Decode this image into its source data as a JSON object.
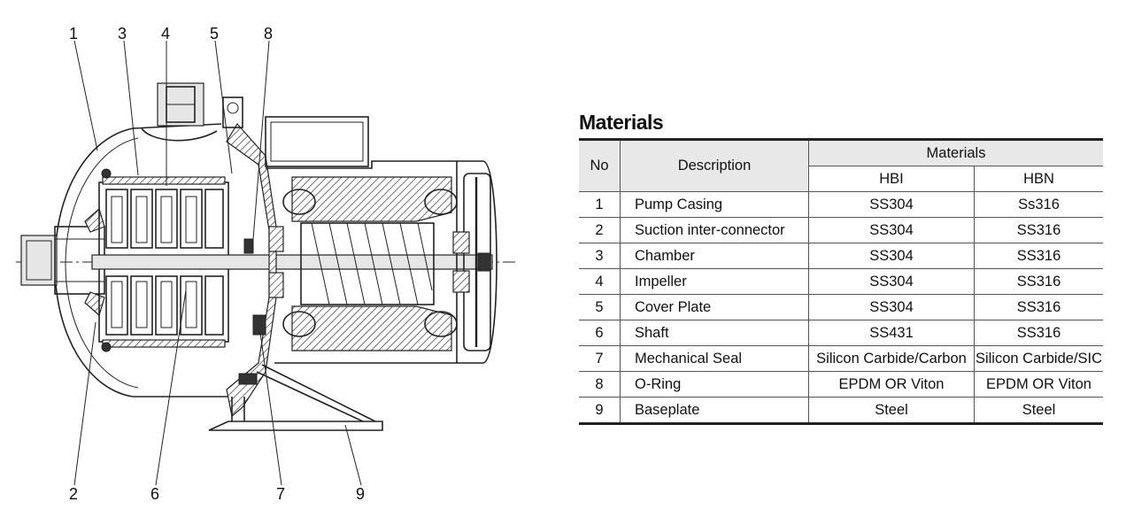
{
  "diagram": {
    "callouts": [
      "1",
      "3",
      "4",
      "5",
      "8",
      "2",
      "6",
      "7",
      "9"
    ]
  },
  "materials": {
    "title": "Materials",
    "headers": {
      "no": "No",
      "description": "Description",
      "materials": "Materials",
      "hbi": "HBI",
      "hbn": "HBN"
    },
    "rows": [
      {
        "no": "1",
        "description": "Pump Casing",
        "hbi": "SS304",
        "hbn": "Ss316"
      },
      {
        "no": "2",
        "description": "Suction inter-connector",
        "hbi": "SS304",
        "hbn": "SS316"
      },
      {
        "no": "3",
        "description": "Chamber",
        "hbi": "SS304",
        "hbn": "SS316"
      },
      {
        "no": "4",
        "description": "Impeller",
        "hbi": "SS304",
        "hbn": "SS316"
      },
      {
        "no": "5",
        "description": "Cover Plate",
        "hbi": "SS304",
        "hbn": "SS316"
      },
      {
        "no": "6",
        "description": "Shaft",
        "hbi": "SS431",
        "hbn": "SS316"
      },
      {
        "no": "7",
        "description": "Mechanical Seal",
        "hbi": "Silicon Carbide/Carbon",
        "hbn": "Silicon Carbide/SIC"
      },
      {
        "no": "8",
        "description": "O-Ring",
        "hbi": "EPDM OR Viton",
        "hbn": "EPDM OR Viton"
      },
      {
        "no": "9",
        "description": "Baseplate",
        "hbi": "Steel",
        "hbn": "Steel"
      }
    ]
  }
}
